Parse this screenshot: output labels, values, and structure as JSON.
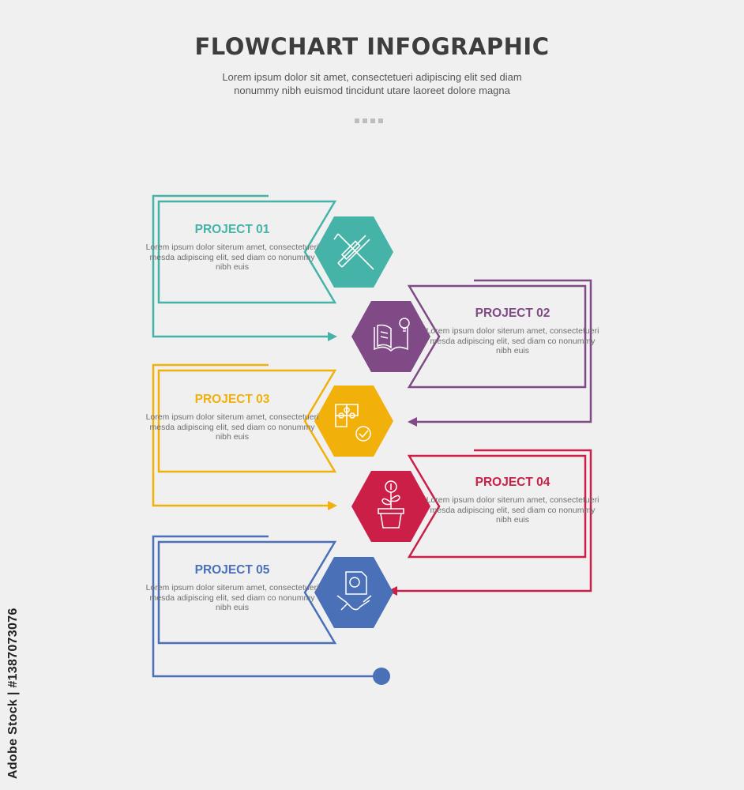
{
  "header": {
    "title": "FLOWCHART INFOGRAPHIC",
    "subtitle": "Lorem ipsum dolor sit amet, consectetueri adipiscing elit sed diam nonummy nibh euismod tincidunt utare laoreet dolore magna"
  },
  "projects": [
    {
      "title": "PROJECT 01",
      "desc": "Lorem ipsum dolor siterum amet, consectetueri mesda adipiscing elit, sed diam co nonummy nibh euis",
      "color": "#45b3a8",
      "icon": "pencil-ruler-icon"
    },
    {
      "title": "PROJECT 02",
      "desc": "Lorem ipsum dolor siterum amet, consectetueri mesda adipiscing elit, sed diam co nonummy nibh euis",
      "color": "#7f4a86",
      "icon": "book-lightbulb-icon"
    },
    {
      "title": "PROJECT 03",
      "desc": "Lorem ipsum dolor siterum amet, consectetueri mesda adipiscing elit, sed diam co nonummy nibh euis",
      "color": "#f2b00b",
      "icon": "puzzle-check-icon"
    },
    {
      "title": "PROJECT 04",
      "desc": "Lorem ipsum dolor siterum amet, consectetueri mesda adipiscing elit, sed diam co nonummy nibh euis",
      "color": "#cb1f48",
      "icon": "money-plant-icon"
    },
    {
      "title": "PROJECT 05",
      "desc": "Lorem ipsum dolor siterum amet, consectetueri mesda adipiscing elit, sed diam co nonummy nibh euis",
      "color": "#4a70b8",
      "icon": "handshake-dollar-icon"
    }
  ],
  "watermark": {
    "text": "Adobe Stock | #1387073076"
  }
}
